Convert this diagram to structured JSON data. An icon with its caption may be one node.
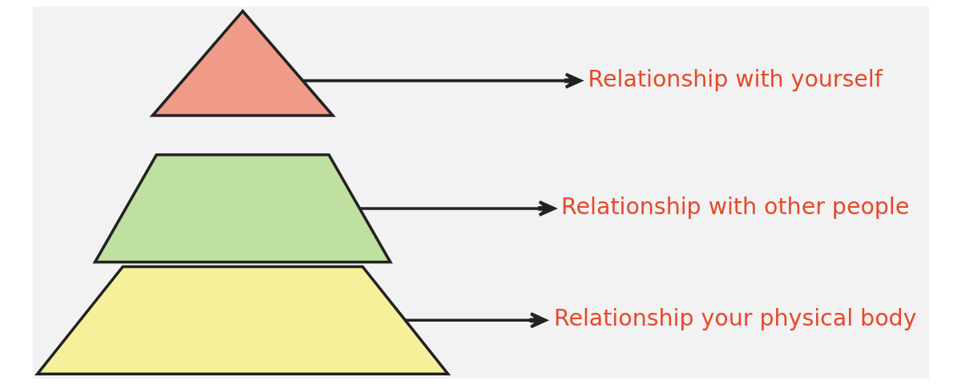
{
  "diagram": {
    "nodes": [
      {
        "text": [],
        "shape": "triangle"
      },
      {
        "text": [],
        "shape": "trapezoid"
      },
      {
        "text": [],
        "shape": "trapezoid"
      },
      {
        "text": [
          "Relationship with yourself"
        ]
      },
      {
        "text": [
          "Relationship with other people"
        ]
      },
      {
        "text": [
          "Relationship your physical body"
        ]
      }
    ],
    "edges": [
      {
        "from": 0,
        "to": 3,
        "arrow": "to"
      },
      {
        "from": 1,
        "to": 4,
        "arrow": "to"
      },
      {
        "from": 2,
        "to": 5,
        "arrow": "to"
      }
    ]
  }
}
